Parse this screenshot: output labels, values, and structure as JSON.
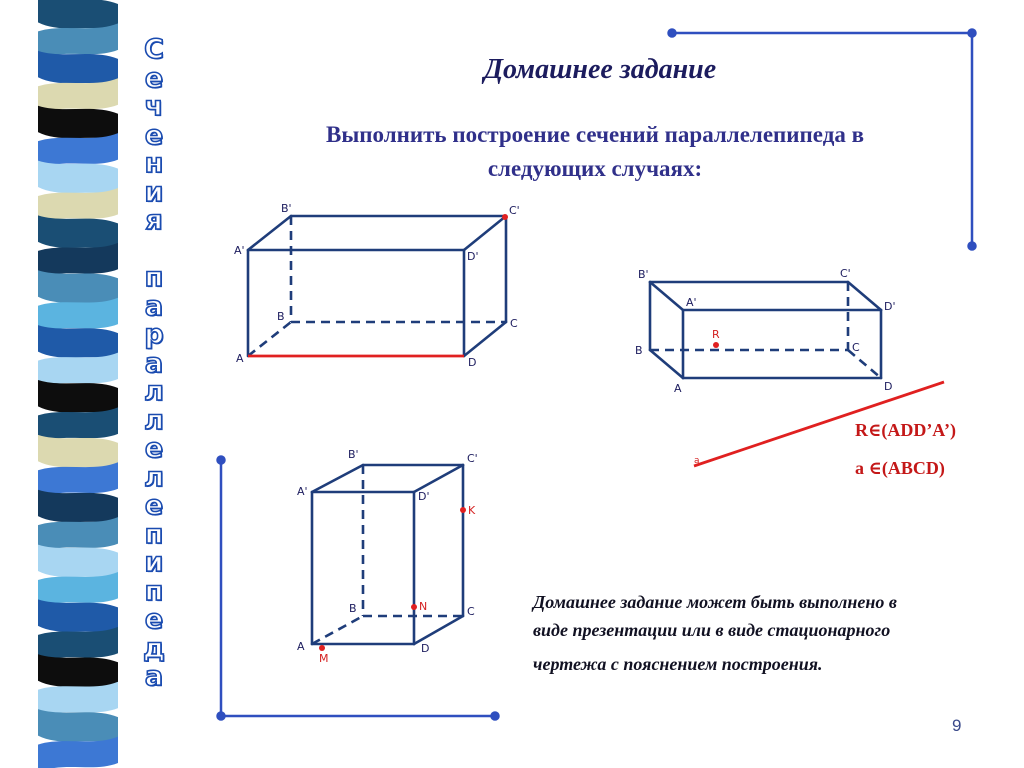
{
  "sidebar": {
    "vertical_title_chars": [
      "С",
      "е",
      "ч",
      "е",
      "н",
      "и",
      "я",
      " ",
      "п",
      "а",
      "р",
      "а",
      "л",
      "л",
      "е",
      "л",
      "е",
      "п",
      "и",
      "п",
      "е",
      "д",
      "а"
    ],
    "stripe_colors": [
      "#1a4e74",
      "#4a8db7",
      "#1f5aa8",
      "#dcd9b0",
      "#0d0d0d",
      "#3d78d4",
      "#a8d6f2",
      "#14395c",
      "#5bb4e0"
    ]
  },
  "slide": {
    "title": "Домашнее задание",
    "subtitle_line1": "Выполнить построение сечений параллелепипеда в",
    "subtitle_line2": "следующих случаях:",
    "page_number": "9"
  },
  "figure1": {
    "vertices": {
      "A": "A",
      "B": "B",
      "C": "C",
      "D": "D",
      "A1": "A'",
      "B1": "B'",
      "C1": "C'",
      "D1": "D'"
    }
  },
  "figure2": {
    "vertices": {
      "A": "A",
      "B": "B",
      "C": "C",
      "D": "D",
      "A1": "A'",
      "B1": "B'",
      "C1": "C'",
      "D1": "D'"
    },
    "point_R": "R",
    "line_a": "a",
    "condition1": "R∈(ADD’A’)",
    "condition2": "a ∈(ABCD)"
  },
  "figure3": {
    "vertices": {
      "A": "A",
      "B": "B",
      "C": "C",
      "D": "D",
      "A1": "A'",
      "B1": "B'",
      "C1": "C'",
      "D1": "D'"
    },
    "point_K": "K",
    "point_N": "N",
    "point_M": "M"
  },
  "note": {
    "line1": "Домашнее задание может быть выполнено в",
    "line2": "виде презентации или в виде стационарного",
    "line3": "чертежа с пояснением построения."
  },
  "colors": {
    "edge": "#1f3d7a",
    "accent_red": "#e02020",
    "frame_blue": "#2f4fbf"
  }
}
